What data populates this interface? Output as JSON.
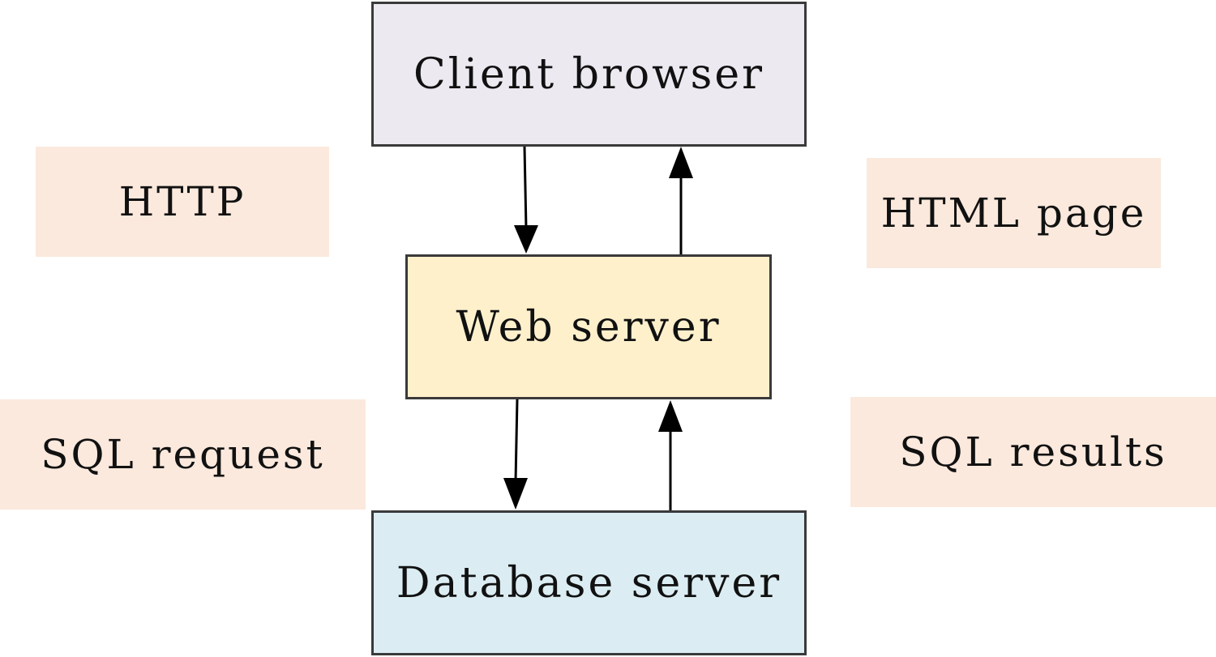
{
  "nodes": {
    "client_browser": "Client browser",
    "web_server": "Web server",
    "database_server": "Database server"
  },
  "edge_labels": {
    "http": "HTTP",
    "html_page": "HTML page",
    "sql_request": "SQL request",
    "sql_results": "SQL results"
  },
  "colors": {
    "client_fill": "#ece9f1",
    "web_fill": "#fff0cc",
    "db_fill": "#dbedf3",
    "label_fill": "#fbe9dd",
    "border": "#3a3a3a",
    "arrow": "#000000"
  },
  "edges": [
    {
      "from": "client_browser",
      "to": "web_server",
      "label": "http"
    },
    {
      "from": "web_server",
      "to": "client_browser",
      "label": "html_page"
    },
    {
      "from": "web_server",
      "to": "database_server",
      "label": "sql_request"
    },
    {
      "from": "database_server",
      "to": "web_server",
      "label": "sql_results"
    }
  ]
}
